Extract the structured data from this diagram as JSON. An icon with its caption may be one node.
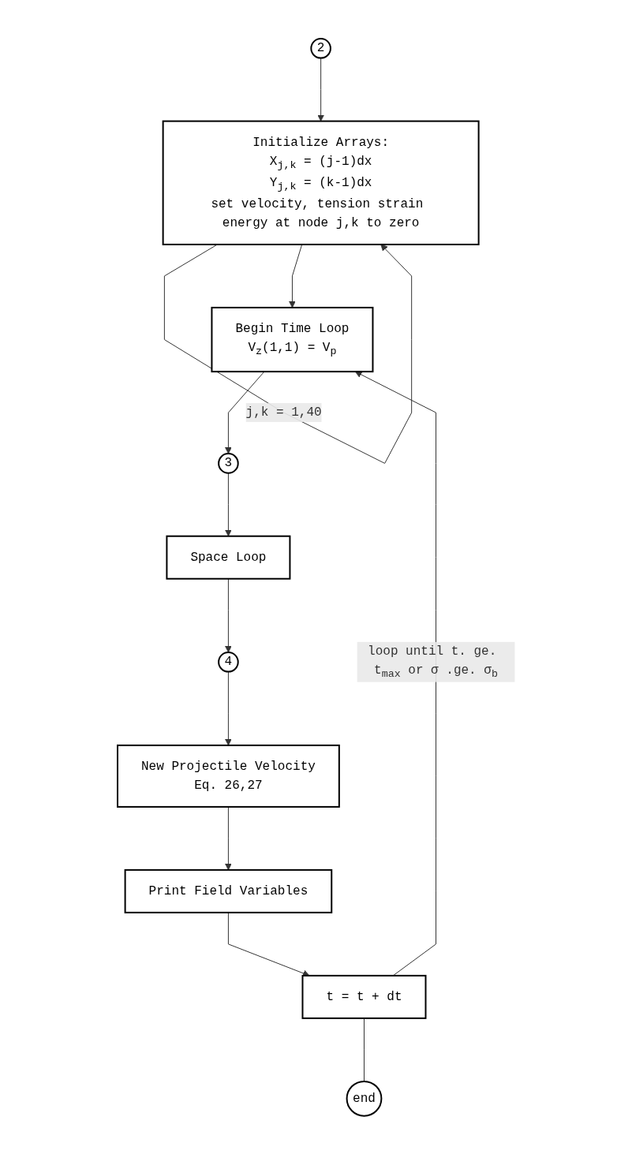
{
  "diagram": {
    "nodes": [
      {
        "text": [
          "2"
        ]
      },
      {
        "text": [
          "Initialize Arrays:",
          "X$_{j,k}$ = (j-1)dx",
          "Y$_{j,k}$ = (k-1)dx",
          "set velocity, tension strain energy at node j,k to zero"
        ]
      },
      {
        "text": [
          "Begin Time Loop",
          "V$_{z}$(1,1) = V$_{p}$"
        ]
      },
      {
        "text": [
          "3"
        ]
      },
      {
        "text": [
          "Space Loop"
        ]
      },
      {
        "text": [
          "4"
        ]
      },
      {
        "text": [
          "New Projectile Velocity",
          "Eq. 26,27"
        ]
      },
      {
        "text": [
          "Print Field Variables"
        ]
      },
      {
        "text": [
          "t = t + dt"
        ]
      },
      {
        "text": [
          "end"
        ]
      }
    ],
    "edges": [
      {
        "from": 0,
        "to": 1,
        "arrow": "to"
      },
      {
        "from": 1,
        "to": 1,
        "arrow": "to",
        "label": "j,k = 1,40"
      },
      {
        "from": 1,
        "to": 2,
        "arrow": "to"
      },
      {
        "from": 2,
        "to": 3,
        "arrow": "to"
      },
      {
        "from": 3,
        "to": 4,
        "arrow": "to"
      },
      {
        "from": 4,
        "to": 5,
        "arrow": "to"
      },
      {
        "from": 5,
        "to": 6,
        "arrow": "to"
      },
      {
        "from": 6,
        "to": 7,
        "arrow": "to"
      },
      {
        "from": 7,
        "to": 8,
        "arrow": "to"
      },
      {
        "from": 8,
        "to": 2,
        "arrow": "to",
        "label": "loop until t. ge. t$_{max}$ or σ .ge. σ$_{b}$"
      },
      {
        "from": 8,
        "to": 9,
        "arrow": "none"
      }
    ]
  }
}
